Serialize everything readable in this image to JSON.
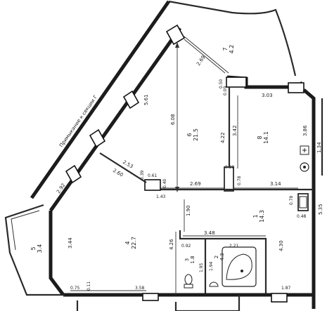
{
  "plan": {
    "annotation": "Примыкание к секции Г",
    "rooms": [
      {
        "id": "r7",
        "number": "7",
        "area": "4.2"
      },
      {
        "id": "r6",
        "number": "6",
        "area": "21.5"
      },
      {
        "id": "r8",
        "number": "8",
        "area": "14.1"
      },
      {
        "id": "r1",
        "number": "1",
        "area": "14.3"
      },
      {
        "id": "r4",
        "number": "4",
        "area": "22.7"
      },
      {
        "id": "r5",
        "number": "5",
        "area": "3.4"
      },
      {
        "id": "r3",
        "number": "3",
        "area": "1.8"
      },
      {
        "id": "r2",
        "number": "2",
        "area": "4.3"
      }
    ],
    "dimensions": [
      {
        "id": "d-2-69-top",
        "text": "2.69"
      },
      {
        "id": "d-0-50",
        "text": "0.50"
      },
      {
        "id": "d-0-09",
        "text": "0.09"
      },
      {
        "id": "d-3-03",
        "text": "3.03"
      },
      {
        "id": "d-5-61",
        "text": "5.61"
      },
      {
        "id": "d-6-08",
        "text": "6.08"
      },
      {
        "id": "d-4-22",
        "text": "4.22"
      },
      {
        "id": "d-3-42",
        "text": "3.42"
      },
      {
        "id": "d-3-86",
        "text": "3.86"
      },
      {
        "id": "d-1-34",
        "text": "1.34"
      },
      {
        "id": "d-0-28",
        "text": "0.28"
      },
      {
        "id": "d-2-53",
        "text": "2.53"
      },
      {
        "id": "d-2-60",
        "text": "2.60"
      },
      {
        "id": "d-0-39",
        "text": "0.39"
      },
      {
        "id": "d-0-61",
        "text": "0.61"
      },
      {
        "id": "d-0-40",
        "text": "0.40"
      },
      {
        "id": "d-2-69-mid",
        "text": "2.69"
      },
      {
        "id": "d-0-78-a",
        "text": "0.78"
      },
      {
        "id": "d-3-14",
        "text": "3.14"
      },
      {
        "id": "d-2-92",
        "text": "2.92"
      },
      {
        "id": "d-1-43",
        "text": "1.43"
      },
      {
        "id": "d-0-78-b",
        "text": "0.78"
      },
      {
        "id": "d-0-48",
        "text": "0.48"
      },
      {
        "id": "d-5-35",
        "text": "5.35"
      },
      {
        "id": "d-1-90",
        "text": "1.90"
      },
      {
        "id": "d-3-48",
        "text": "3.48"
      },
      {
        "id": "d-4-30",
        "text": "4.30"
      },
      {
        "id": "d-3-44",
        "text": "3.44"
      },
      {
        "id": "d-4-26",
        "text": "4.26"
      },
      {
        "id": "d-0-92",
        "text": "0.92"
      },
      {
        "id": "d-2-21",
        "text": "2.21"
      },
      {
        "id": "d-1-95",
        "text": "1.95"
      },
      {
        "id": "d-1-94",
        "text": "1.94"
      },
      {
        "id": "d-0-75",
        "text": "0.75"
      },
      {
        "id": "d-0-11",
        "text": "0.11"
      },
      {
        "id": "d-3-58",
        "text": "3.58"
      },
      {
        "id": "d-1-87",
        "text": "1.87"
      }
    ]
  }
}
